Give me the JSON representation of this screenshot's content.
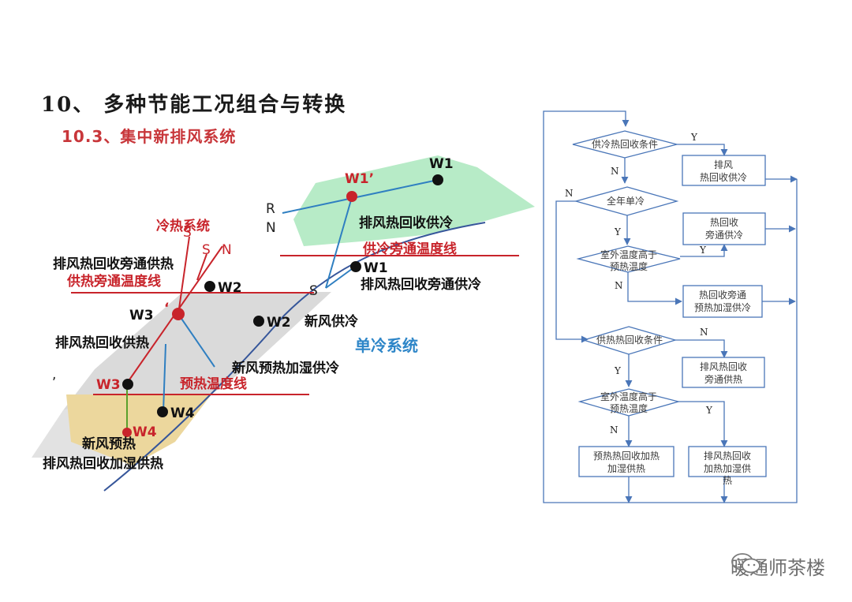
{
  "header": {
    "title": "10、 多种节能工况组合与转换",
    "subtitle": "10.3、集中新排风系统"
  },
  "diagram": {
    "labels": {
      "w1": "W1",
      "w1_prime": "W1’",
      "w1_lower": "W1",
      "w2_upper": "W2",
      "w2_lower": "W2",
      "w3_prime": "W3",
      "w3_prime_mark": "‘",
      "w3": "W3",
      "w4": "W4",
      "w4_red": "W4",
      "r": "R",
      "n_left": "N",
      "s_lower": "S",
      "s1": "S",
      "s2": "S",
      "n_red": "N",
      "cold_heat_system": "冷热系统",
      "exhaust_heat_recovery_cooling": "排风热回收供冷",
      "cooling_bypass_temp_line": "供冷旁通温度线",
      "exhaust_heat_recovery_bypass_cooling": "排风热回收旁通供冷",
      "exhaust_heat_recovery_bypass_heating": "排风热回收旁通供热",
      "heating_bypass_temp_line": "供热旁通温度线",
      "fresh_air_cooling": "新风供冷",
      "exhaust_heat_recovery_heating": "排风热回收供热",
      "single_cooling_system": "单冷系统",
      "fresh_air_preheat_humidify_heating": "新风预热加湿供冷",
      "preheat_temp_line": "预热温度线",
      "fresh_air_preheat": "新风预热",
      "exhaust_heat_recovery_humidify_heating": "排风热回收加湿供热",
      "stray_mark": ","
    },
    "colors": {
      "green_zone": "#b7ebc7",
      "gray_zone": "#dadada",
      "tan_zone": "#ecd79d",
      "red": "#c8242b",
      "blue_line": "#2f7fc1",
      "dark_blue_curve": "#36569a"
    }
  },
  "flowchart": {
    "nodes": {
      "cooling_recovery_condition": "供冷热回收条件",
      "exhaust_recovery_cooling": [
        "排风",
        "热回收供冷"
      ],
      "year_round_cooling": "全年单冷",
      "recovery_bypass_cooling": [
        "热回收",
        "旁通供冷"
      ],
      "outdoor_above_precool": [
        "室外温度高于",
        "预热温度"
      ],
      "recovery_bypass_preheat_humidify_cooling": [
        "热回收旁通",
        "预热加湿供冷"
      ],
      "heating_recovery_condition": "供热热回收条件",
      "exhaust_recovery_bypass_heating": [
        "排风热回收",
        "旁通供热"
      ],
      "outdoor_above_preheat": [
        "室外温度高于",
        "预热温度"
      ],
      "preheat_recovery_humidify_heating": [
        "预热热回收加热",
        "加湿供热"
      ],
      "exhaust_recovery_heat_humidify_heating": [
        "排风热回收",
        "加热加湿供",
        "热"
      ]
    },
    "branch_labels": {
      "yes": "Y",
      "no": "N"
    },
    "line_color": "#4a76b8"
  },
  "watermark": {
    "text": "暖通师茶楼",
    "icon": "wechat-icon"
  }
}
